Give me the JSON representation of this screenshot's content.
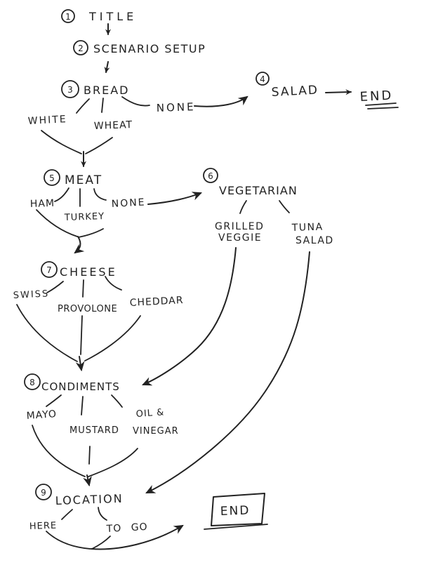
{
  "page": {
    "background_color": "#ffffff",
    "ink_color": "#222222",
    "description": "Hand-drawn sandwich-ordering flowchart sketch"
  },
  "flowchart": {
    "nodes": {
      "title": {
        "number": "1",
        "label": "TITLE"
      },
      "scenario_setup": {
        "number": "2",
        "label": "SCENARIO SETUP"
      },
      "bread": {
        "number": "3",
        "label": "BREAD"
      },
      "salad": {
        "number": "4",
        "label": "SALAD"
      },
      "meat": {
        "number": "5",
        "label": "MEAT"
      },
      "vegetarian": {
        "number": "6",
        "label": "VEGETARIAN"
      },
      "cheese": {
        "number": "7",
        "label": "CHEESE"
      },
      "condiments": {
        "number": "8",
        "label": "CONDIMENTS"
      },
      "location": {
        "number": "9",
        "label": "LOCATION"
      }
    },
    "options": {
      "bread": {
        "white": "WHITE",
        "wheat": "WHEAT",
        "none": "NONE"
      },
      "meat": {
        "ham": "HAM",
        "turkey": "TURKEY",
        "none": "NONE"
      },
      "vegetarian": {
        "grilled_veggie_line1": "GRILLED",
        "grilled_veggie_line2": "VEGGIE",
        "tuna_salad_line1": "TUNA",
        "tuna_salad_line2": "SALAD"
      },
      "cheese": {
        "swiss": "SWISS",
        "provolone": "PROVOLONE",
        "cheddar": "CHEDDAR"
      },
      "condiments": {
        "mayo": "MAYO",
        "mustard": "MUSTARD",
        "oil_vinegar_line1": "OIL &",
        "oil_vinegar_line2": "VINEGAR"
      },
      "location": {
        "here": "HERE",
        "to_go": "TO GO"
      }
    },
    "terminators": {
      "end_after_salad": "END",
      "end_final": "END"
    }
  }
}
